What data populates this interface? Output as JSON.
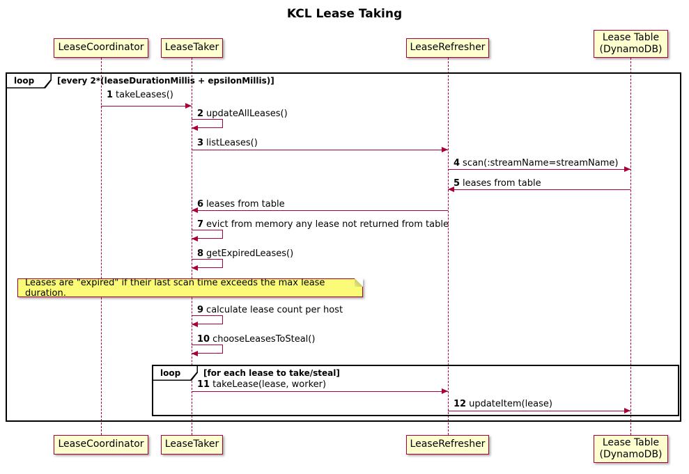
{
  "title": "KCL Lease Taking",
  "participants": [
    {
      "name": "LeaseCoordinator"
    },
    {
      "name": "LeaseTaker"
    },
    {
      "name": "LeaseRefresher"
    },
    {
      "name": "Lease Table\n(DynamoDB)"
    }
  ],
  "outer_loop": {
    "label": "loop",
    "condition": "[every 2*(leaseDurationMillis + epsilonMillis)]"
  },
  "inner_loop": {
    "label": "loop",
    "condition": "[for each lease to take/steal]"
  },
  "note": {
    "text": "Leases are \"expired\" if their last scan time exceeds the max lease duration."
  },
  "messages": [
    {
      "num": "1",
      "label": "takeLeases()",
      "from": "LeaseCoordinator",
      "to": "LeaseTaker",
      "kind": "arrow-right"
    },
    {
      "num": "2",
      "label": "updateAllLeases()",
      "from": "LeaseTaker",
      "to": "LeaseTaker",
      "kind": "self"
    },
    {
      "num": "3",
      "label": "listLeases()",
      "from": "LeaseTaker",
      "to": "LeaseRefresher",
      "kind": "arrow-right"
    },
    {
      "num": "4",
      "label": "scan(:streamName=streamName)",
      "from": "LeaseRefresher",
      "to": "Lease Table (DynamoDB)",
      "kind": "arrow-right"
    },
    {
      "num": "5",
      "label": "leases from table",
      "from": "Lease Table (DynamoDB)",
      "to": "LeaseRefresher",
      "kind": "arrow-left"
    },
    {
      "num": "6",
      "label": "leases from table",
      "from": "LeaseRefresher",
      "to": "LeaseTaker",
      "kind": "arrow-left"
    },
    {
      "num": "7",
      "label": "evict from memory any lease not returned from table",
      "from": "LeaseTaker",
      "to": "LeaseTaker",
      "kind": "self"
    },
    {
      "num": "8",
      "label": "getExpiredLeases()",
      "from": "LeaseTaker",
      "to": "LeaseTaker",
      "kind": "self"
    },
    {
      "num": "9",
      "label": "calculate lease count per host",
      "from": "LeaseTaker",
      "to": "LeaseTaker",
      "kind": "self"
    },
    {
      "num": "10",
      "label": "chooseLeasesToSteal()",
      "from": "LeaseTaker",
      "to": "LeaseTaker",
      "kind": "self"
    },
    {
      "num": "11",
      "label": "takeLease(lease, worker)",
      "from": "LeaseTaker",
      "to": "LeaseRefresher",
      "kind": "arrow-right"
    },
    {
      "num": "12",
      "label": "updateItem(lease)",
      "from": "LeaseRefresher",
      "to": "Lease Table (DynamoDB)",
      "kind": "arrow-right"
    }
  ],
  "colors": {
    "participant_fill": "#FEFECE",
    "diagram_accent": "#A80036",
    "note_fill": "#FBFB77",
    "frame_border": "#000000"
  }
}
